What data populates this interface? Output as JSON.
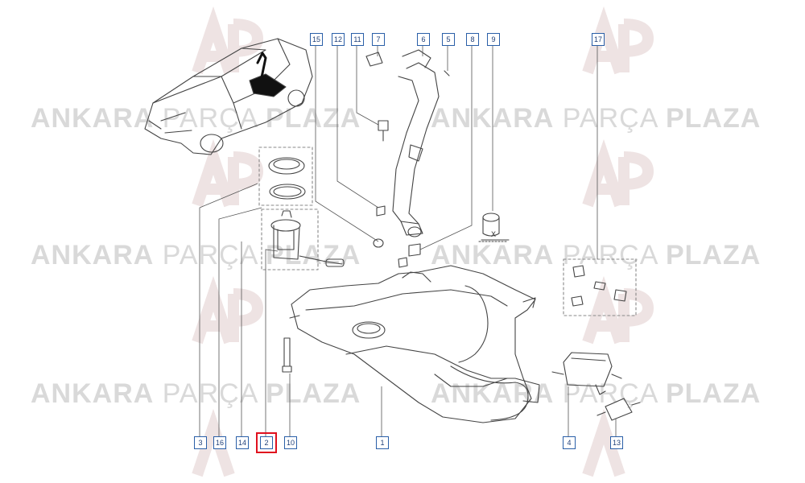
{
  "watermark": {
    "brand_bold_1": "ANKARA",
    "brand_light": "PARÇA",
    "brand_bold_2": "PLAZA",
    "logo_letters": "AP"
  },
  "callouts": {
    "c15": "15",
    "c12": "12",
    "c11": "11",
    "c7": "7",
    "c6": "6",
    "c5": "5",
    "c8": "8",
    "c9": "9",
    "c17": "17",
    "c3": "3",
    "c16": "16",
    "c14": "14",
    "c2": "2",
    "c10": "10",
    "c1": "1",
    "c4": "4",
    "c13": "13"
  },
  "dimension_label": "X",
  "highlight": {
    "part": "2",
    "color": "#e0101e"
  },
  "colors": {
    "callout_border": "#2a5fa8",
    "line": "#555555",
    "watermark": "#d9d9d9"
  }
}
